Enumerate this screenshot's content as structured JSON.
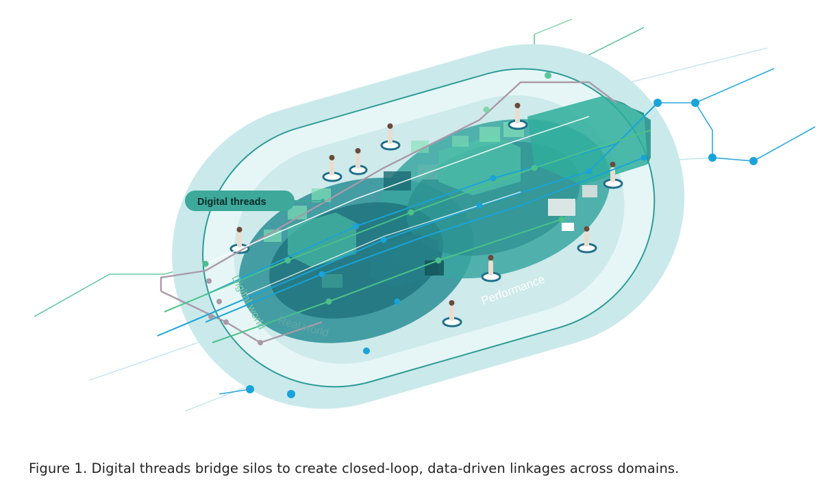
{
  "figure": {
    "caption": "Figure 1. Digital threads bridge silos to create closed-loop, data-driven linkages across domains.",
    "labels": {
      "digital_threads": "Digital threads",
      "digital_world": "Digital world",
      "real_world": "Real world",
      "performance": "Performance"
    },
    "icons": [
      "person-icon",
      "equipment-icon",
      "dashboard-panel-icon"
    ]
  },
  "colors": {
    "outer_ring": "#c6e7e8",
    "mid_ring": "#a6d8d9",
    "inner_ring": "#dff2f2",
    "teal_dark": "#1f8f95",
    "teal_light": "#6fc6b8",
    "thread_blue": "#1aa3d8",
    "thread_green": "#4cc08a",
    "thread_gray": "#a79aa6",
    "label_bg": "#3ea99a"
  }
}
